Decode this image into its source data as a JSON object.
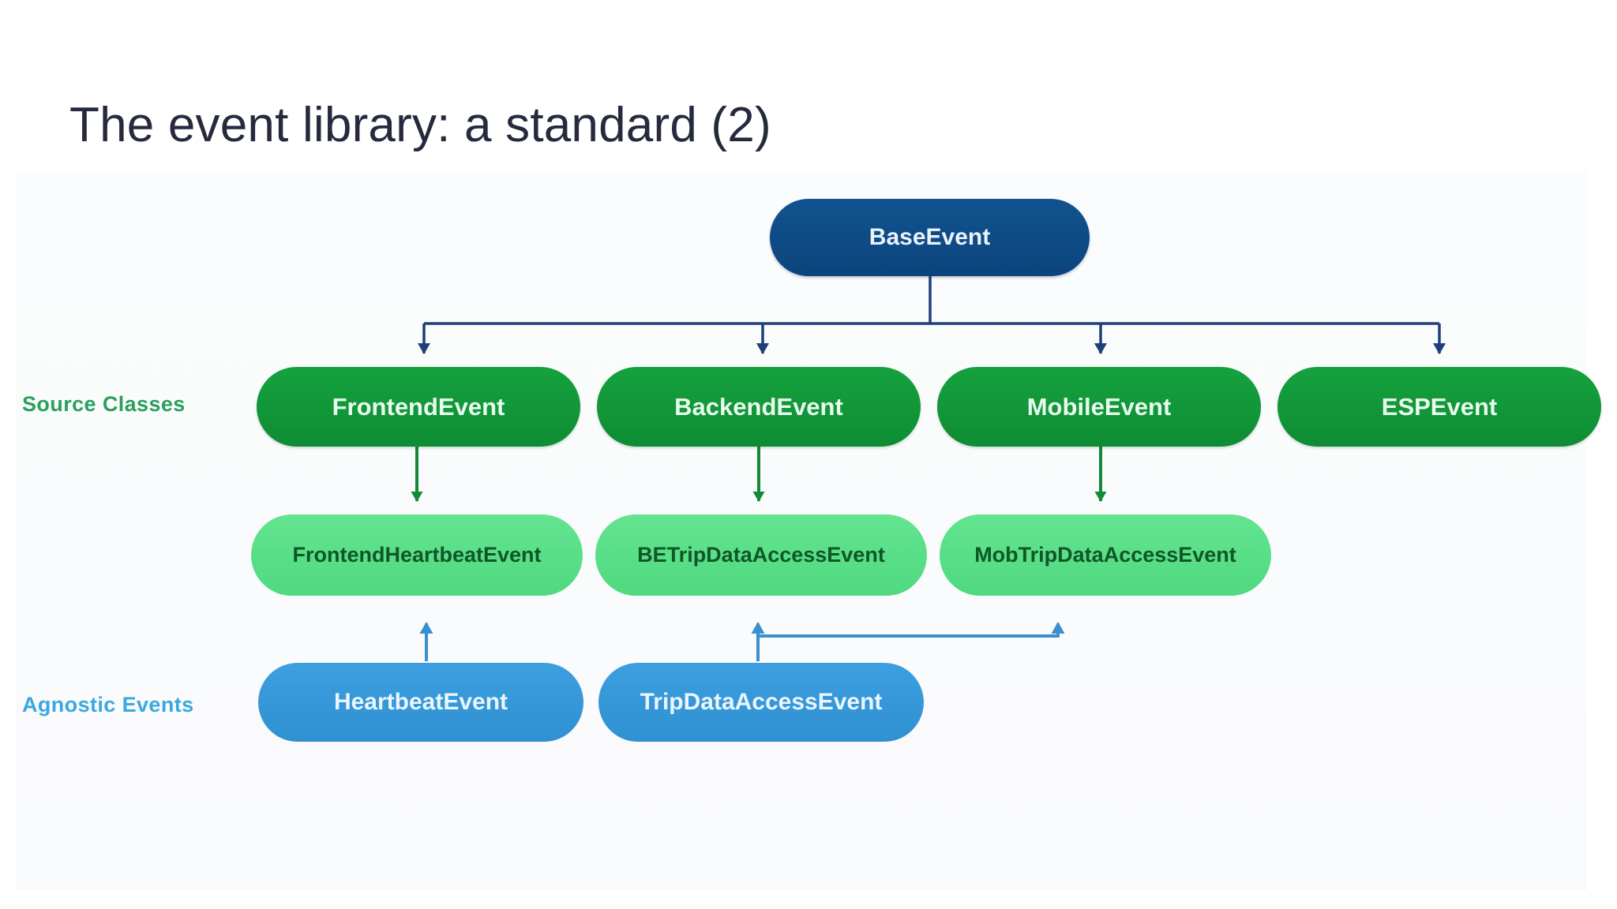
{
  "slide": {
    "title": "The event library: a standard (2)",
    "background_color": "#ffffff",
    "title_color": "#262a3d"
  },
  "row_labels": {
    "source": {
      "text": "Source Classes",
      "color": "#2aa05c"
    },
    "agnostic": {
      "text": "Agnostic Events",
      "color": "#3aa8e0"
    }
  },
  "palette": {
    "base_blue": "#10508f",
    "source_green": "#14a03c",
    "concrete_green": "#5ee08b",
    "agnostic_blue": "#3a9bdc",
    "arrow_navy": "#1f3f7a",
    "arrow_green": "#128a36",
    "arrow_blue": "#3a8fd0"
  },
  "diagram": {
    "type": "class-hierarchy",
    "base": {
      "label": "BaseEvent"
    },
    "source_classes": [
      {
        "label": "FrontendEvent"
      },
      {
        "label": "BackendEvent"
      },
      {
        "label": "MobileEvent"
      },
      {
        "label": "ESPEvent"
      }
    ],
    "concrete_events": [
      {
        "label": "FrontendHeartbeatEvent"
      },
      {
        "label": "BETripDataAccessEvent"
      },
      {
        "label": "MobTripDataAccessEvent"
      }
    ],
    "agnostic_events": [
      {
        "label": "HeartbeatEvent"
      },
      {
        "label": "TripDataAccessEvent"
      }
    ],
    "edges": [
      {
        "from": "BaseEvent",
        "to": "FrontendEvent",
        "style": "inheritance-down",
        "color": "#1f3f7a"
      },
      {
        "from": "BaseEvent",
        "to": "BackendEvent",
        "style": "inheritance-down",
        "color": "#1f3f7a"
      },
      {
        "from": "BaseEvent",
        "to": "MobileEvent",
        "style": "inheritance-down",
        "color": "#1f3f7a"
      },
      {
        "from": "BaseEvent",
        "to": "ESPEvent",
        "style": "inheritance-down",
        "color": "#1f3f7a"
      },
      {
        "from": "FrontendEvent",
        "to": "FrontendHeartbeatEvent",
        "style": "inheritance-down",
        "color": "#128a36"
      },
      {
        "from": "BackendEvent",
        "to": "BETripDataAccessEvent",
        "style": "inheritance-down",
        "color": "#128a36"
      },
      {
        "from": "MobileEvent",
        "to": "MobTripDataAccessEvent",
        "style": "inheritance-down",
        "color": "#128a36"
      },
      {
        "from": "HeartbeatEvent",
        "to": "FrontendHeartbeatEvent",
        "style": "mixin-up",
        "color": "#3a8fd0"
      },
      {
        "from": "TripDataAccessEvent",
        "to": "BETripDataAccessEvent",
        "style": "mixin-up",
        "color": "#3a8fd0"
      },
      {
        "from": "TripDataAccessEvent",
        "to": "MobTripDataAccessEvent",
        "style": "mixin-up-routed",
        "color": "#3a8fd0"
      }
    ]
  }
}
